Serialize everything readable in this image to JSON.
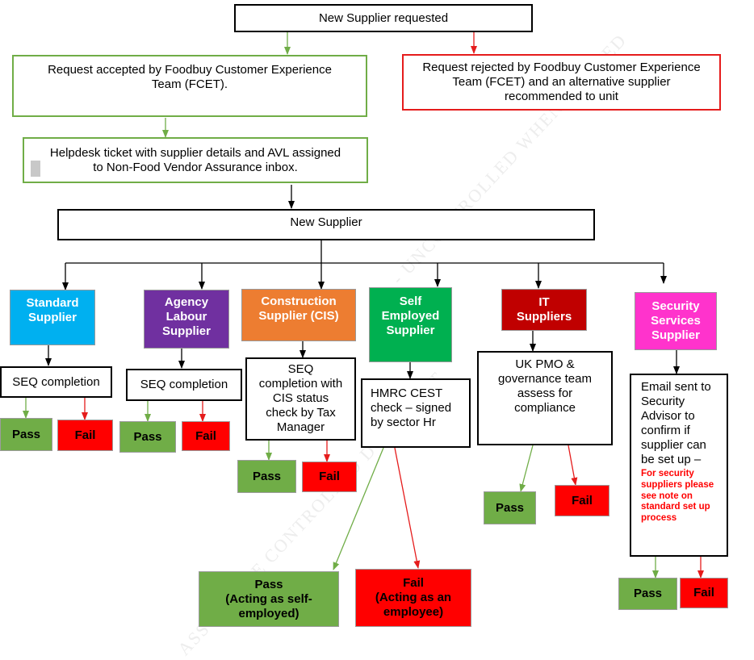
{
  "top": "New Supplier requested",
  "accepted": "Request accepted by Foodbuy Customer Experience\nTeam (FCET).",
  "rejected": "Request rejected by Foodbuy Customer Experience\nTeam (FCET) and an alternative supplier\nrecommended to unit",
  "helpdesk": "Helpdesk ticket with supplier details and AVL assigned\nto Non-Food Vendor Assurance inbox.",
  "new_supplier": "New Supplier",
  "categories": [
    {
      "label": "Standard\nSupplier",
      "color": "#00b0f0"
    },
    {
      "label": "Agency\nLabour\nSupplier",
      "color": "#7030a0"
    },
    {
      "label": "Construction\nSupplier (CIS)",
      "color": "#ed7d31"
    },
    {
      "label": "Self\nEmployed\nSupplier",
      "color": "#00b050"
    },
    {
      "label": "IT\nSuppliers",
      "color": "#c00000"
    },
    {
      "label": "Security\nServices\nSupplier",
      "color": "#ff33cc"
    }
  ],
  "steps": {
    "standard": "SEQ completion",
    "agency": "SEQ completion",
    "construction": "SEQ\ncompletion with\nCIS status\ncheck by Tax\nManager",
    "self_employed": "HMRC CEST\ncheck – signed\nby sector Hr",
    "it": "UK PMO &\ngovernance team\nassess for\ncompliance",
    "security": "Email sent to\nSecurity\nAdvisor to\nconfirm if\nsupplier can\nbe set up –",
    "security_note": "For security\nsuppliers please\nsee note on\nstandard set up\nprocess"
  },
  "outcomes": {
    "pass": "Pass",
    "fail": "Fail",
    "pass_self_employed": "Pass\n(Acting as self-\nemployed)",
    "fail_self_employed": "Fail\n(Acting as an\nemployee)"
  },
  "watermark": {
    "a": "- UNCONTROLLED WHEN PRINTED",
    "b": "ASSURANCE CONTROLLED DOCUMENT"
  },
  "colors": {
    "green": "#70ad47",
    "red": "#ff0000",
    "line_red": "#e51c1c"
  }
}
